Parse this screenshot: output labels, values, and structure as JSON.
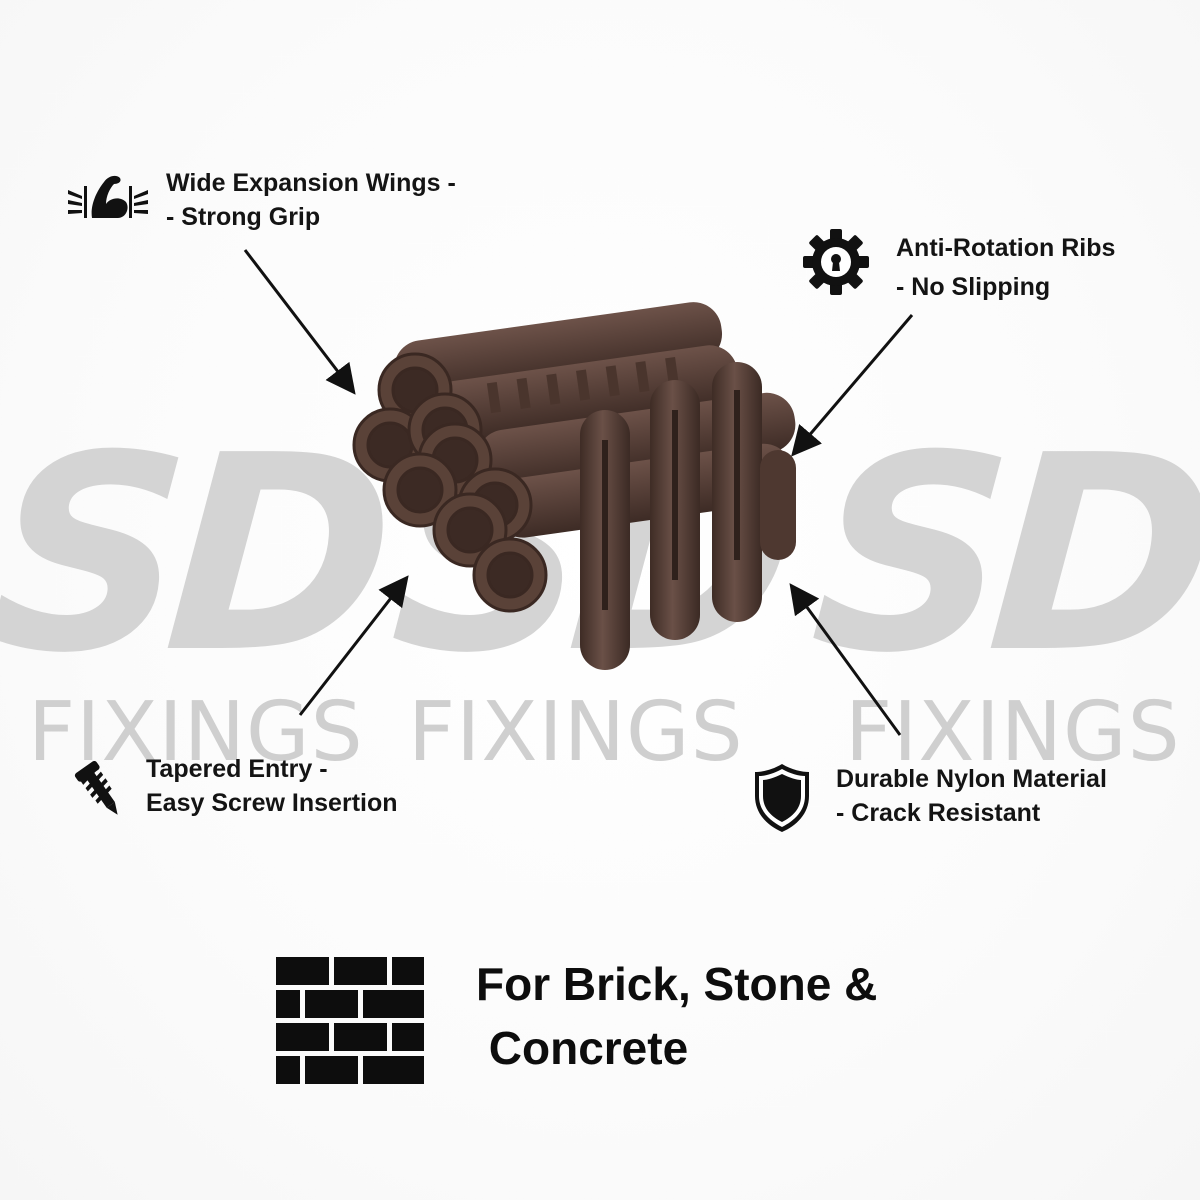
{
  "watermark": {
    "logo_text": "SD",
    "brand_text": "FIXINGS",
    "color": "#d4d4d4"
  },
  "product": {
    "description": "Brown nylon wall plugs bundle",
    "color": "#5a4238"
  },
  "features": [
    {
      "icon": "flexed-arm-icon",
      "line1": "Wide Expansion Wings -",
      "line2": "- Strong Grip"
    },
    {
      "icon": "gear-keyhole-icon",
      "line1": "Anti-Rotation Ribs",
      "line2": "- No Slipping"
    },
    {
      "icon": "screw-icon",
      "line1": "Tapered Entry -",
      "line2": "Easy Screw Insertion"
    },
    {
      "icon": "shield-icon",
      "line1": "Durable Nylon Material",
      "line2": "- Crack Resistant"
    }
  ],
  "bottom": {
    "icon": "brick-wall-icon",
    "line1": "For Brick, Stone &",
    "line2": " Concrete"
  }
}
